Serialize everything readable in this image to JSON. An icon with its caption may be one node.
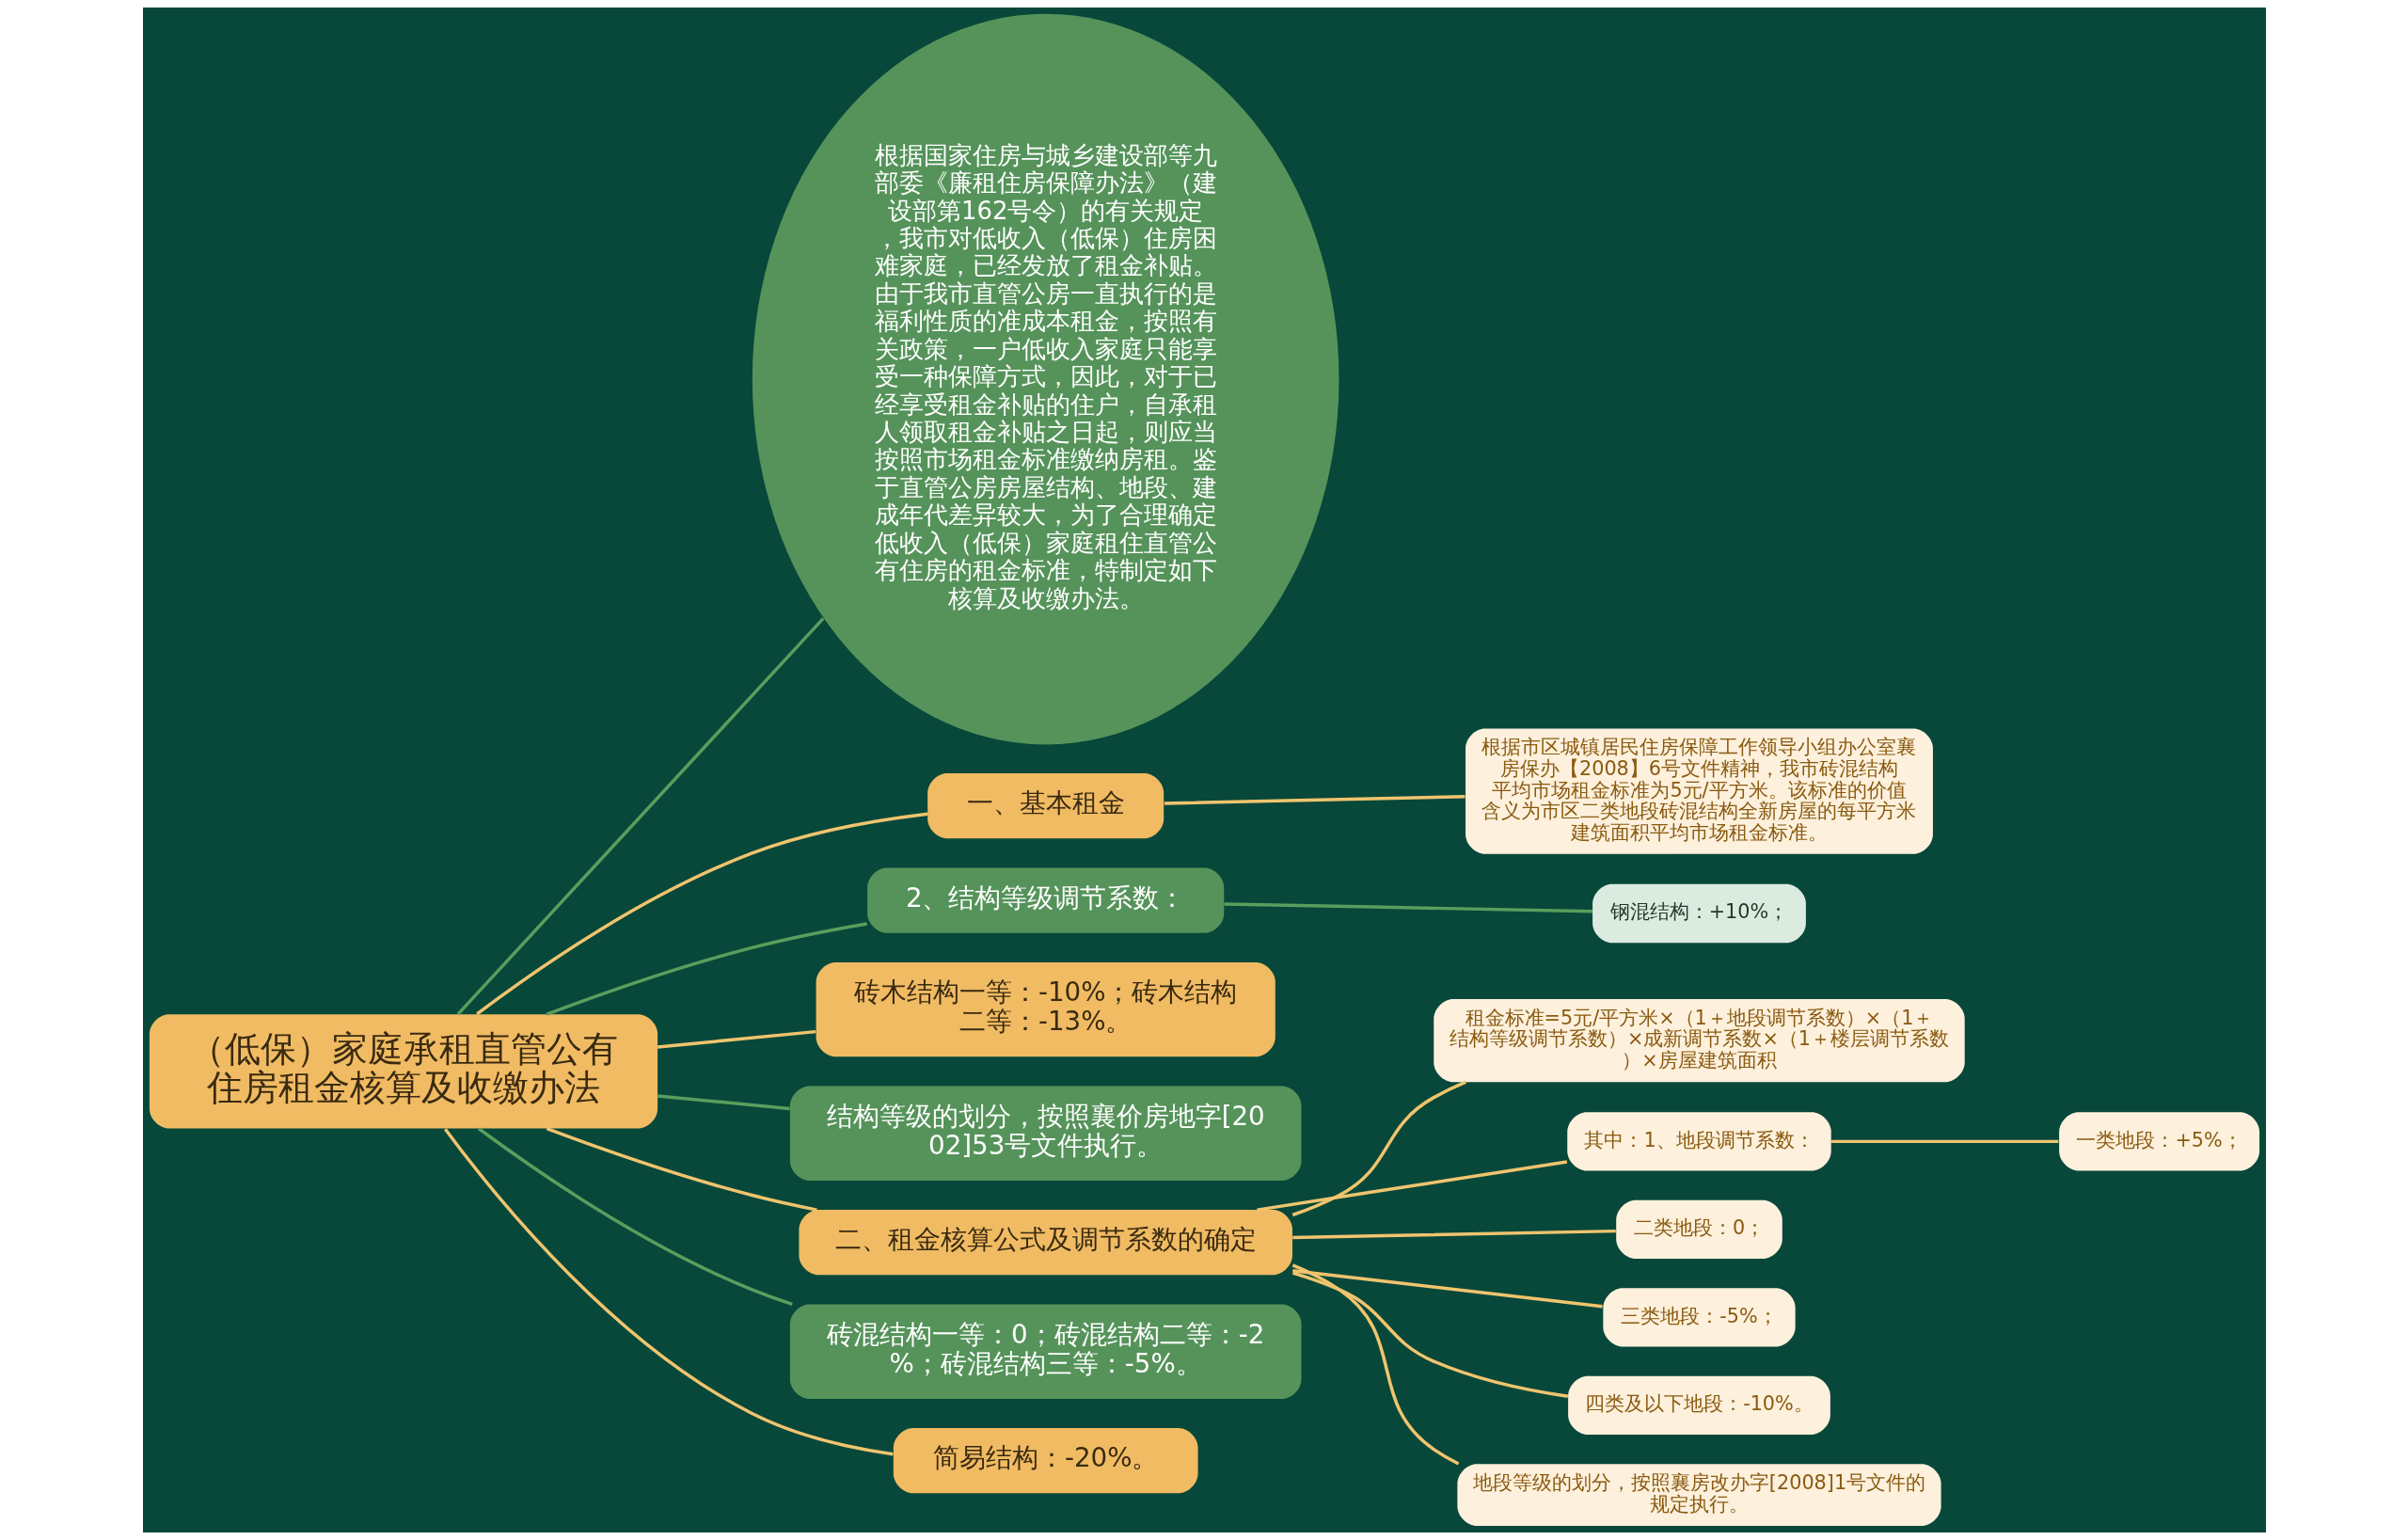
{
  "diagram": {
    "nodes": [
      {
        "text": [
          "（低保）家庭承租直管公有住房租金核算及收缴办法"
        ]
      },
      {
        "text": [
          "根据国家住房与城乡建设部等九部委《廉租住房保障办法》（建设部第162号令）的有关规定，我市对低收入（低保）住房困难家庭，已经发放了租金补贴。由于我市直管公房一直执行的是福利性质的准成本租金，按照有关政策，一户低收入家庭只能享受一种保障方式，因此，对于已经享受租金补贴的住户，自承租人领取租金补贴之日起，则应当按照市场租金标准缴纳房租。鉴于直管公房房屋结构、地段、建成年代差异较大，为了合理确定低收入（低保）家庭租住直管公有住房的租金标准，特制定如下核算及收缴办法。"
        ]
      },
      {
        "text": [
          "一、基本租金"
        ]
      },
      {
        "text": [
          "根据市区城镇居民住房保障工作领导小组办公室襄房保办【2008】6号文件精神，我市砖混结构平均市场租金标准为5元/平方米。该标准的价值含义为市区二类地段砖混结构全新房屋的每平方米建筑面积平均市场租金标准。"
        ]
      },
      {
        "text": [
          "2、结构等级调节系数："
        ]
      },
      {
        "text": [
          "钢混结构：+10%；"
        ]
      },
      {
        "text": [
          "砖木结构一等：-10%；砖木结构二等：-13%。"
        ]
      },
      {
        "text": [
          "结构等级的划分，按照襄价房地字[2002]53号文件执行。"
        ]
      },
      {
        "text": [
          "二、租金核算公式及调节系数的确定"
        ]
      },
      {
        "text": [
          "租金标准=5元/平方米×（1＋地段调节系数）×（1＋结构等级调节系数）×成新调节系数×（1＋楼层调节系数）×房屋建筑面积"
        ]
      },
      {
        "text": [
          "其中：1、地段调节系数："
        ]
      },
      {
        "text": [
          "一类地段：+5%；"
        ]
      },
      {
        "text": [
          "二类地段：0；"
        ]
      },
      {
        "text": [
          "三类地段：-5%；"
        ]
      },
      {
        "text": [
          "四类及以下地段：-10%。"
        ]
      },
      {
        "text": [
          "地段等级的划分，按照襄房改办字[2008]1号文件的规定执行。"
        ]
      },
      {
        "text": [
          "砖混结构一等：0；砖混结构二等：-2%；砖混结构三等：-5%。"
        ]
      },
      {
        "text": [
          "简易结构：-20%。"
        ]
      }
    ],
    "edges": [
      {
        "from": 0,
        "to": 1,
        "arrow": "none",
        "color": "#5a9e5e"
      },
      {
        "from": 0,
        "to": 2,
        "arrow": "none"
      },
      {
        "from": 2,
        "to": 3,
        "arrow": "none"
      },
      {
        "from": 0,
        "to": 4,
        "arrow": "none",
        "color": "#5a9e5e"
      },
      {
        "from": 4,
        "to": 5,
        "arrow": "none",
        "color": "#5a9e5e"
      },
      {
        "from": 0,
        "to": 6,
        "arrow": "none"
      },
      {
        "from": 0,
        "to": 7,
        "arrow": "none",
        "color": "#5a9e5e"
      },
      {
        "from": 0,
        "to": 8,
        "arrow": "none"
      },
      {
        "from": 8,
        "to": 9,
        "arrow": "none"
      },
      {
        "from": 8,
        "to": 10,
        "arrow": "none"
      },
      {
        "from": 10,
        "to": 11,
        "arrow": "none"
      },
      {
        "from": 8,
        "to": 12,
        "arrow": "none"
      },
      {
        "from": 8,
        "to": 13,
        "arrow": "none"
      },
      {
        "from": 8,
        "to": 14,
        "arrow": "none"
      },
      {
        "from": 8,
        "to": 15,
        "arrow": "none"
      },
      {
        "from": 0,
        "to": 16,
        "arrow": "none",
        "color": "#5a9e5e"
      },
      {
        "from": 0,
        "to": 17,
        "arrow": "none"
      }
    ]
  }
}
